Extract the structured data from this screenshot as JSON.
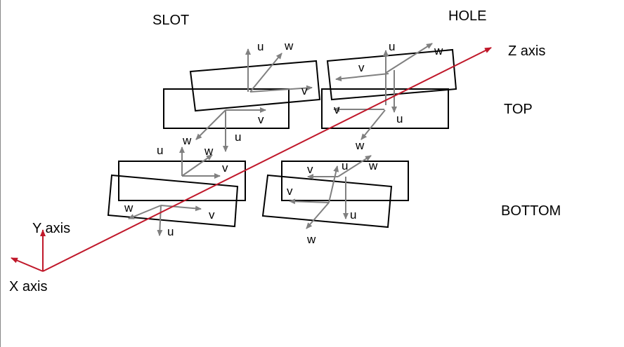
{
  "labels": {
    "slot": "SLOT",
    "hole": "HOLE",
    "top": "TOP",
    "bottom": "BOTTOM",
    "z_axis": "Z axis",
    "y_axis": "Y axis",
    "x_axis": "X axis"
  },
  "frame_axes": {
    "u": "u",
    "v": "v",
    "w": "w"
  },
  "colors": {
    "global_axis": "#c0182a",
    "frame_axis": "#808080",
    "outline": "#000000"
  }
}
